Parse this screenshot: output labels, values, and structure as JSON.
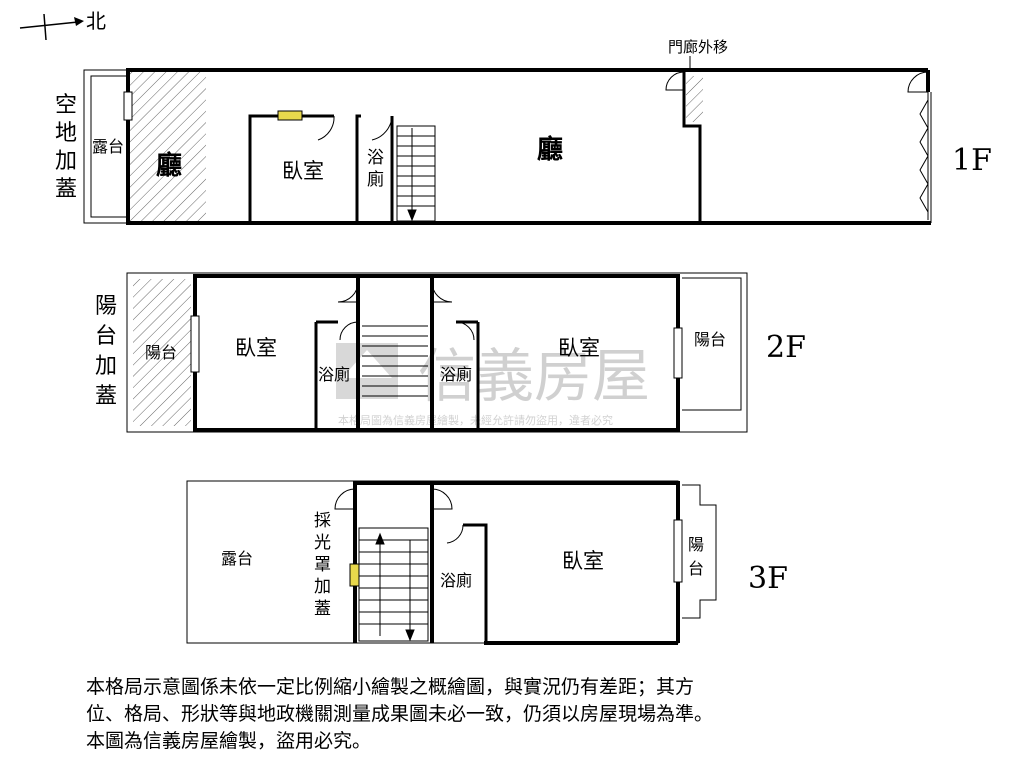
{
  "compass": {
    "label": "北"
  },
  "watermark": {
    "brand": "信義房屋",
    "notice": "本格局圖為信義房屋繪製，未經允許請勿盜用，違者必究"
  },
  "floor1": {
    "level": "1F",
    "side_label": [
      "空",
      "地",
      "加",
      "蓋"
    ],
    "terrace": "露台",
    "hall_left": "廳",
    "bedroom": "臥室",
    "bath": [
      "浴",
      "廁"
    ],
    "hall_main": "廳",
    "porch_note": "門廊外移"
  },
  "floor2": {
    "level": "2F",
    "side_label": [
      "陽",
      "台",
      "加",
      "蓋"
    ],
    "balcony_left": "陽台",
    "bedroom_left": "臥室",
    "bath_left": "浴廁",
    "bath_right": "浴廁",
    "bedroom_right": "臥室",
    "balcony_right": "陽台"
  },
  "floor3": {
    "level": "3F",
    "terrace": "露台",
    "skylight": [
      "採",
      "光",
      "罩",
      "加",
      "蓋"
    ],
    "bath": "浴廁",
    "bedroom": "臥室",
    "balcony": [
      "陽",
      "台"
    ]
  },
  "notes": [
    "本格局示意圖係未依一定比例縮小繪製之概繪圖，與實況仍有差距；其方",
    "位、格局、形狀等與地政機關測量成果圖未必一致，仍須以房屋現場為準。",
    "本圖為信義房屋繪製，盜用必究。"
  ]
}
